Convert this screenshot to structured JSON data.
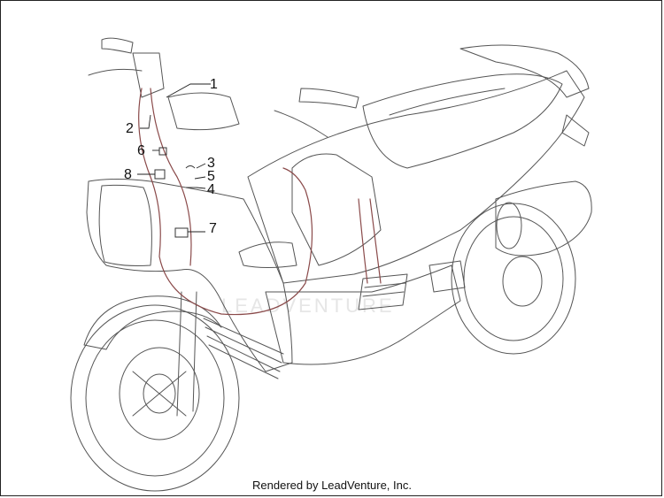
{
  "watermark": "LEADVENTURE",
  "callouts": [
    {
      "id": "1",
      "label": "1"
    },
    {
      "id": "2",
      "label": "2"
    },
    {
      "id": "3",
      "label": "3"
    },
    {
      "id": "5",
      "label": "5"
    },
    {
      "id": "4",
      "label": "4"
    },
    {
      "id": "6",
      "label": "6"
    },
    {
      "id": "8",
      "label": "8"
    },
    {
      "id": "7",
      "label": "7"
    }
  ],
  "footer": "Rendered by LeadVenture, Inc.",
  "colors": {
    "line": "#4a4a4a",
    "highlight": "#8a4a4a",
    "text": "#111111"
  }
}
